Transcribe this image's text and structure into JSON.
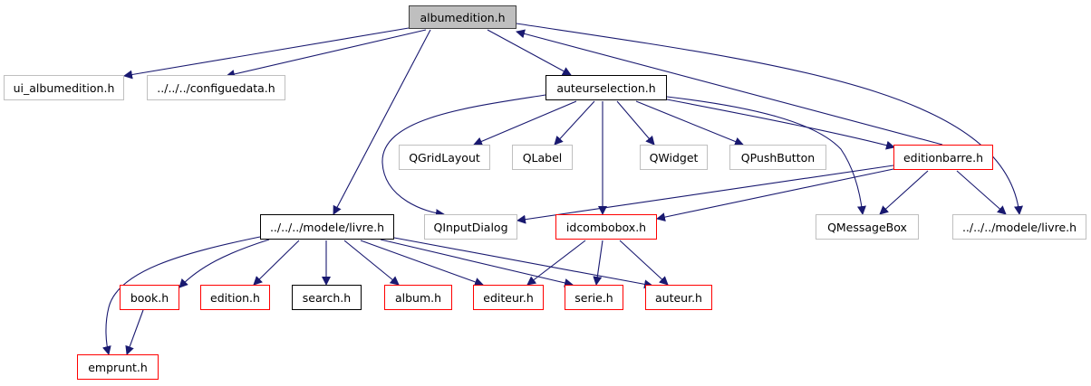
{
  "diagram": {
    "type": "include-dependency-graph",
    "edge_color": "#191970",
    "node_styles": {
      "root": {
        "fill": "#bfbfbf",
        "border": "#404040"
      },
      "documented": {
        "fill": "#ffffff",
        "border": "#000000"
      },
      "external": {
        "fill": "#ffffff",
        "border": "#bfbfbf"
      },
      "truncated": {
        "fill": "#ffffff",
        "border": "#ff0000"
      }
    },
    "nodes": [
      {
        "id": "albumedition",
        "label": "albumedition.h",
        "style": "root"
      },
      {
        "id": "ui_albumedition",
        "label": "ui_albumedition.h",
        "style": "external"
      },
      {
        "id": "configuedata",
        "label": "../../../configuedata.h",
        "style": "external"
      },
      {
        "id": "auteurselection",
        "label": "auteurselection.h",
        "style": "documented"
      },
      {
        "id": "qgridlayout",
        "label": "QGridLayout",
        "style": "external"
      },
      {
        "id": "qlabel",
        "label": "QLabel",
        "style": "external"
      },
      {
        "id": "qwidget",
        "label": "QWidget",
        "style": "external"
      },
      {
        "id": "qpushbutton",
        "label": "QPushButton",
        "style": "external"
      },
      {
        "id": "editionbarre",
        "label": "editionbarre.h",
        "style": "truncated"
      },
      {
        "id": "livre_doc",
        "label": "../../../modele/livre.h",
        "style": "documented"
      },
      {
        "id": "qinputdialog",
        "label": "QInputDialog",
        "style": "external"
      },
      {
        "id": "idcombobox",
        "label": "idcombobox.h",
        "style": "truncated"
      },
      {
        "id": "qmessagebox",
        "label": "QMessageBox",
        "style": "external"
      },
      {
        "id": "livre_ext",
        "label": "../../../modele/livre.h",
        "style": "external"
      },
      {
        "id": "book",
        "label": "book.h",
        "style": "truncated"
      },
      {
        "id": "edition",
        "label": "edition.h",
        "style": "truncated"
      },
      {
        "id": "search",
        "label": "search.h",
        "style": "documented"
      },
      {
        "id": "album",
        "label": "album.h",
        "style": "truncated"
      },
      {
        "id": "editeur",
        "label": "editeur.h",
        "style": "truncated"
      },
      {
        "id": "serie",
        "label": "serie.h",
        "style": "truncated"
      },
      {
        "id": "auteur",
        "label": "auteur.h",
        "style": "truncated"
      },
      {
        "id": "emprunt",
        "label": "emprunt.h",
        "style": "truncated"
      }
    ],
    "edges": [
      {
        "from": "albumedition",
        "to": "ui_albumedition"
      },
      {
        "from": "albumedition",
        "to": "configuedata"
      },
      {
        "from": "albumedition",
        "to": "auteurselection"
      },
      {
        "from": "albumedition",
        "to": "livre_doc"
      },
      {
        "from": "albumedition",
        "to": "livre_ext"
      },
      {
        "from": "auteurselection",
        "to": "qgridlayout"
      },
      {
        "from": "auteurselection",
        "to": "qlabel"
      },
      {
        "from": "auteurselection",
        "to": "qwidget"
      },
      {
        "from": "auteurselection",
        "to": "qpushbutton"
      },
      {
        "from": "auteurselection",
        "to": "editionbarre"
      },
      {
        "from": "auteurselection",
        "to": "qinputdialog"
      },
      {
        "from": "auteurselection",
        "to": "idcombobox"
      },
      {
        "from": "auteurselection",
        "to": "qmessagebox"
      },
      {
        "from": "editionbarre",
        "to": "albumedition"
      },
      {
        "from": "editionbarre",
        "to": "qinputdialog"
      },
      {
        "from": "editionbarre",
        "to": "idcombobox"
      },
      {
        "from": "editionbarre",
        "to": "qmessagebox"
      },
      {
        "from": "editionbarre",
        "to": "livre_ext"
      },
      {
        "from": "livre_doc",
        "to": "book"
      },
      {
        "from": "livre_doc",
        "to": "edition"
      },
      {
        "from": "livre_doc",
        "to": "search"
      },
      {
        "from": "livre_doc",
        "to": "album"
      },
      {
        "from": "livre_doc",
        "to": "editeur"
      },
      {
        "from": "livre_doc",
        "to": "serie"
      },
      {
        "from": "livre_doc",
        "to": "auteur"
      },
      {
        "from": "livre_doc",
        "to": "emprunt"
      },
      {
        "from": "idcombobox",
        "to": "editeur"
      },
      {
        "from": "idcombobox",
        "to": "serie"
      },
      {
        "from": "idcombobox",
        "to": "auteur"
      },
      {
        "from": "book",
        "to": "emprunt"
      }
    ]
  }
}
